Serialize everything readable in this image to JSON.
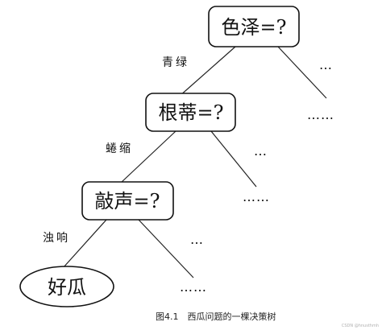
{
  "diagram": {
    "nodes": {
      "color": {
        "label": "色泽=?"
      },
      "root": {
        "label": "根蒂=?"
      },
      "knock": {
        "label": "敲声=?"
      },
      "leaf_good": {
        "label": "好瓜"
      }
    },
    "edge_labels": {
      "green": "青绿",
      "curled": "蜷缩",
      "dull": "浊响"
    },
    "ellipses": {
      "color_short": "…",
      "color_long": "……",
      "root_short": "…",
      "root_long": "……",
      "knock_short": "…",
      "knock_long": "……"
    },
    "caption": "图4.1　西瓜问题的一棵决策树",
    "watermark": "CSDN @hnusthmh"
  }
}
